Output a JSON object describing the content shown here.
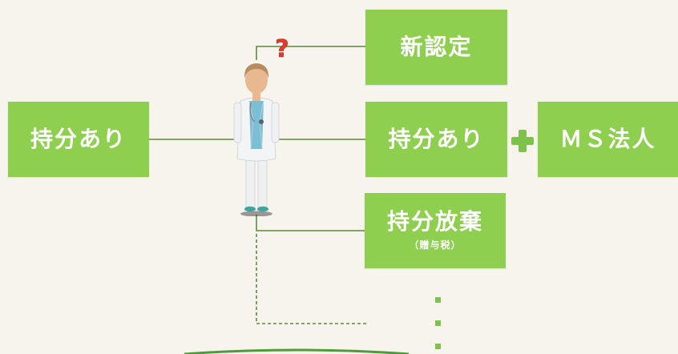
{
  "boxes": {
    "new_certification": "新認定",
    "left_with_equity": "持分あり",
    "right_with_equity": "持分あり",
    "ms_corp": "ＭＳ法人",
    "equity_waiver": "持分放棄",
    "equity_waiver_note": "（贈与税）"
  },
  "icons": {
    "question": "question-mark-icon",
    "plus": "plus-icon",
    "person": "doctor-figure"
  },
  "colors": {
    "box": "#8fcf4f",
    "plus": "#7dc24a",
    "line": "#5e8a3a",
    "question": "#e23b2c",
    "background": "#f7f4ee"
  }
}
